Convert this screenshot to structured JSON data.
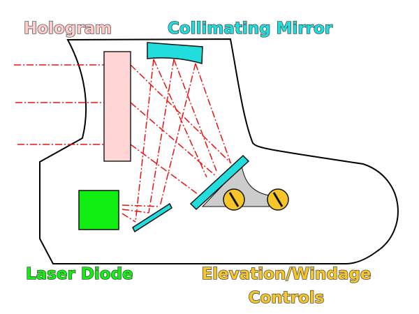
{
  "labels": {
    "hologram": "Hologram",
    "collimating_mirror": "Collimating Mirror",
    "laser_diode": "Laser Diode",
    "controls_line1": "Elevation/Windage",
    "controls_line2": "Controls"
  },
  "colors": {
    "hologram": "#ffd5d5",
    "hologram_text": "#ffcccc",
    "mirror": "#22dddd",
    "laser_diode": "#11ee11",
    "screw": "#f5c52a",
    "ray": "#ee1111",
    "mount": "#cccccc"
  }
}
